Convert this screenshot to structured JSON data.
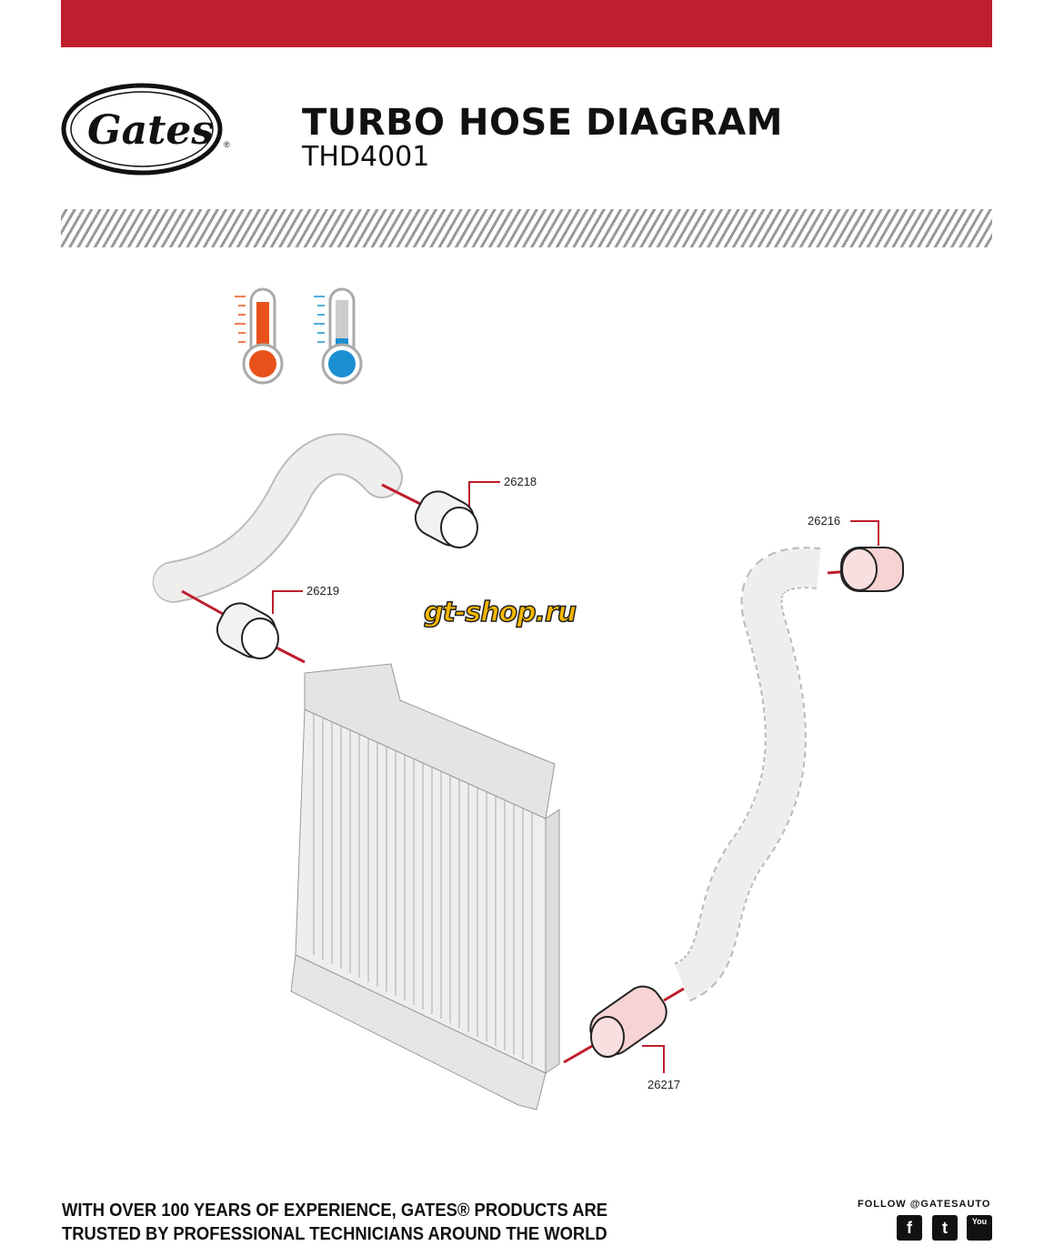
{
  "header": {
    "brand": "Gates",
    "title": "TURBO HOSE DIAGRAM",
    "code": "THD4001"
  },
  "legend": {
    "hot_color": "#e8521a",
    "cold_color": "#1b8fd2"
  },
  "parts": [
    {
      "number": "26218",
      "color": "#f2f2f2"
    },
    {
      "number": "26219",
      "color": "#f2f2f2"
    },
    {
      "number": "26216",
      "color": "#f8d3d3"
    },
    {
      "number": "26217",
      "color": "#f8d3d3"
    }
  ],
  "watermark": "gt-shop.ru",
  "footer": {
    "line1": "WITH OVER 100 YEARS OF EXPERIENCE, GATES® PRODUCTS ARE",
    "line2": "TRUSTED BY PROFESSIONAL TECHNICIANS AROUND THE WORLD",
    "follow": "FOLLOW @GATESAUTO",
    "social": [
      "f",
      "t",
      "You"
    ]
  }
}
